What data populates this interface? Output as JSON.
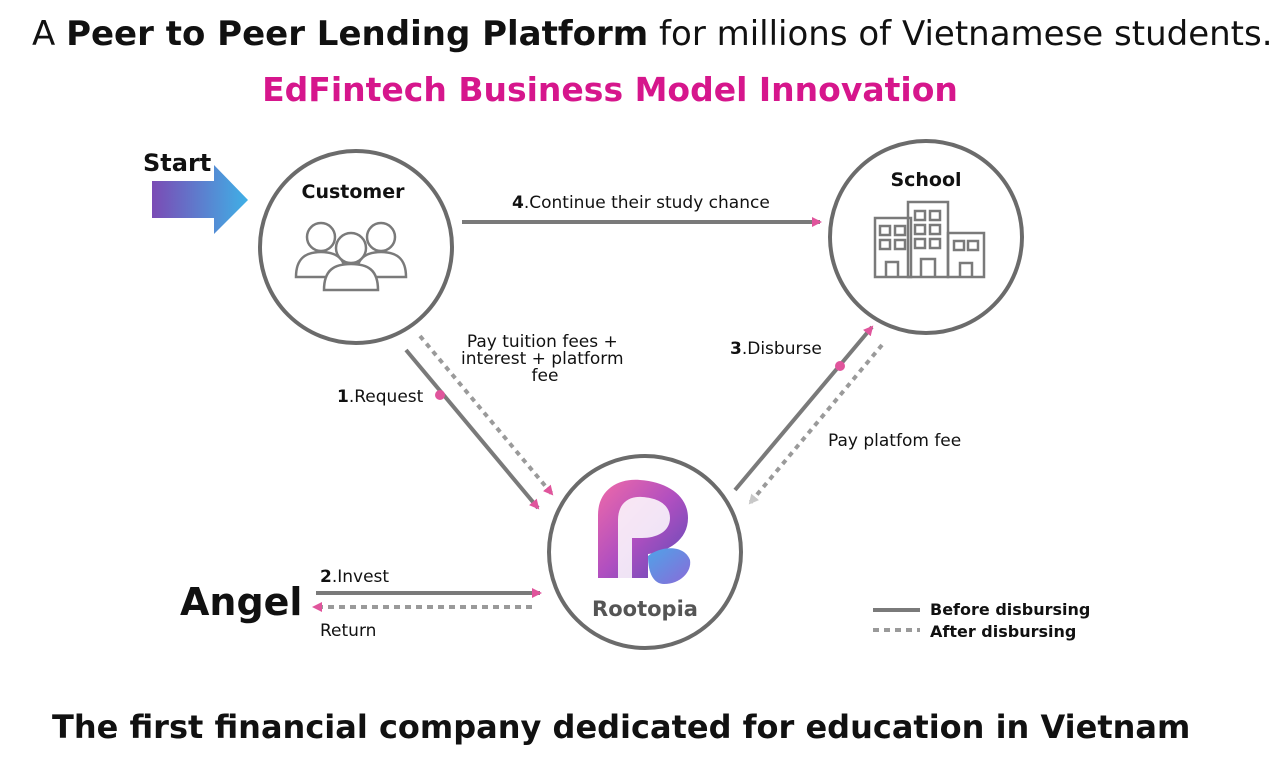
{
  "headline": {
    "prefix": "A ",
    "bold": "Peer to Peer Lending Platform",
    "suffix": " for millions of Vietnamese students."
  },
  "subtitle": "EdFintech Business Model Innovation",
  "footer": "The first financial company dedicated for education in Vietnam",
  "nodes": {
    "start": "Start",
    "customer": "Customer",
    "school": "School",
    "angel": "Angel",
    "rootopia": "Rootopia"
  },
  "edges": {
    "continue_num": "4",
    "continue_text": ".Continue their study chance",
    "request_num": "1",
    "request_text": ".Request",
    "pay_tuition_line1": "Pay tuition fees +",
    "pay_tuition_line2": "interest + platform",
    "pay_tuition_line3": "fee",
    "disburse_num": "3",
    "disburse_text": ".Disburse",
    "pay_platform": "Pay platfom fee",
    "invest_num": "2",
    "invest_text": ".Invest",
    "return": "Return"
  },
  "legend": {
    "before": "Before disbursing",
    "after": "After disbursing"
  },
  "colors": {
    "accent_pink": "#d6168c",
    "dot_pink": "#e0559c",
    "line_gray": "#7a7a7a",
    "circle_gray": "#6b6b6b"
  }
}
